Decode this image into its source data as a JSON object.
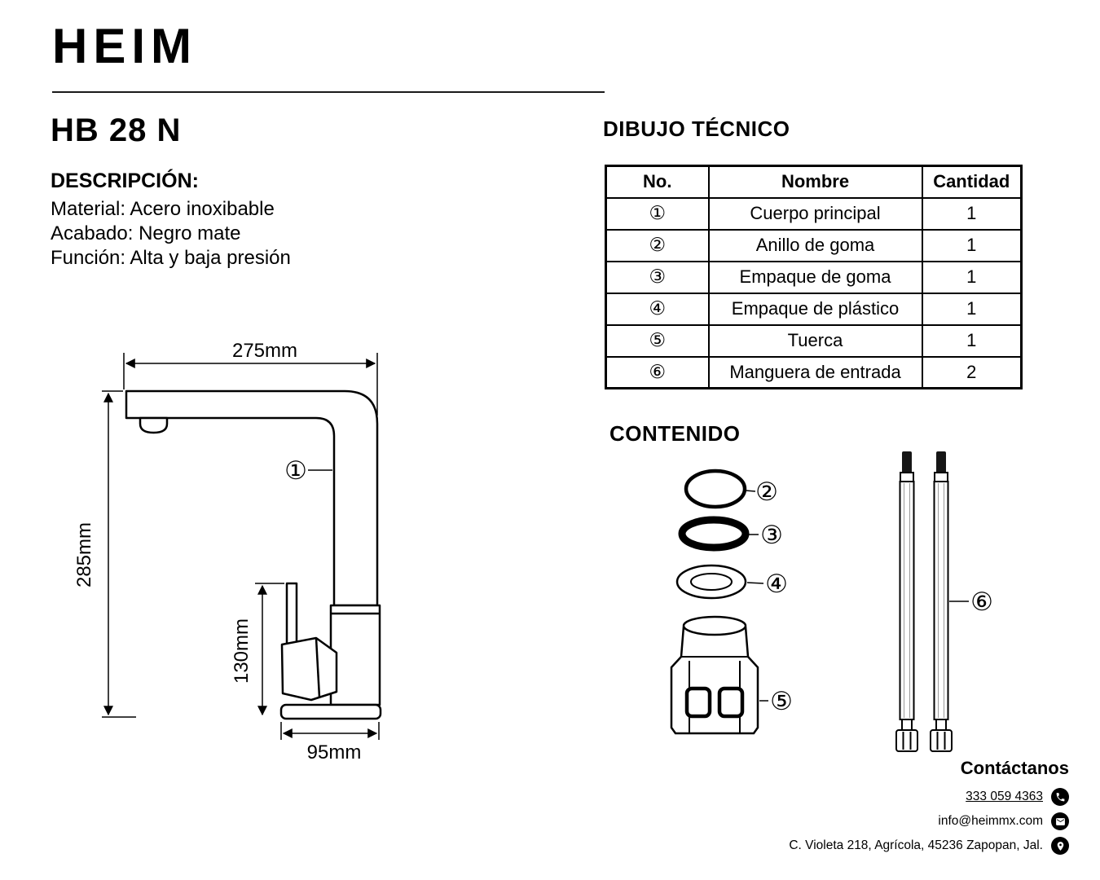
{
  "colors": {
    "ink": "#000000",
    "bg": "#ffffff"
  },
  "brand": {
    "logo": "HEIM"
  },
  "product": {
    "model": "HB 28 N",
    "description_title": "DESCRIPCIÓN:",
    "specs": [
      "Material: Acero inoxibable",
      "Acabado: Negro mate",
      "Función: Alta y baja presión"
    ]
  },
  "drawing": {
    "dims": {
      "top": "275mm",
      "left": "285mm",
      "inner": "130mm",
      "bottom": "95mm"
    },
    "callout": "①"
  },
  "technical": {
    "title": "DIBUJO TÉCNICO",
    "headers": [
      "No.",
      "Nombre",
      "Cantidad"
    ],
    "rows": [
      [
        "①",
        "Cuerpo principal",
        "1"
      ],
      [
        "②",
        "Anillo de goma",
        "1"
      ],
      [
        "③",
        "Empaque de goma",
        "1"
      ],
      [
        "④",
        "Empaque de plástico",
        "1"
      ],
      [
        "⑤",
        "Tuerca",
        "1"
      ],
      [
        "⑥",
        "Manguera de entrada",
        "2"
      ]
    ]
  },
  "contents": {
    "title": "CONTENIDO",
    "callouts": [
      "②",
      "③",
      "④",
      "⑤",
      "⑥"
    ]
  },
  "contact": {
    "title": "Contáctanos",
    "phone": "333 059 4363",
    "email": "info@heimmx.com",
    "address": "C. Violeta 218, Agrícola, 45236 Zapopan, Jal.",
    "icons": {
      "phone": "phone-icon",
      "email": "mail-icon",
      "address": "location-pin-icon"
    }
  }
}
